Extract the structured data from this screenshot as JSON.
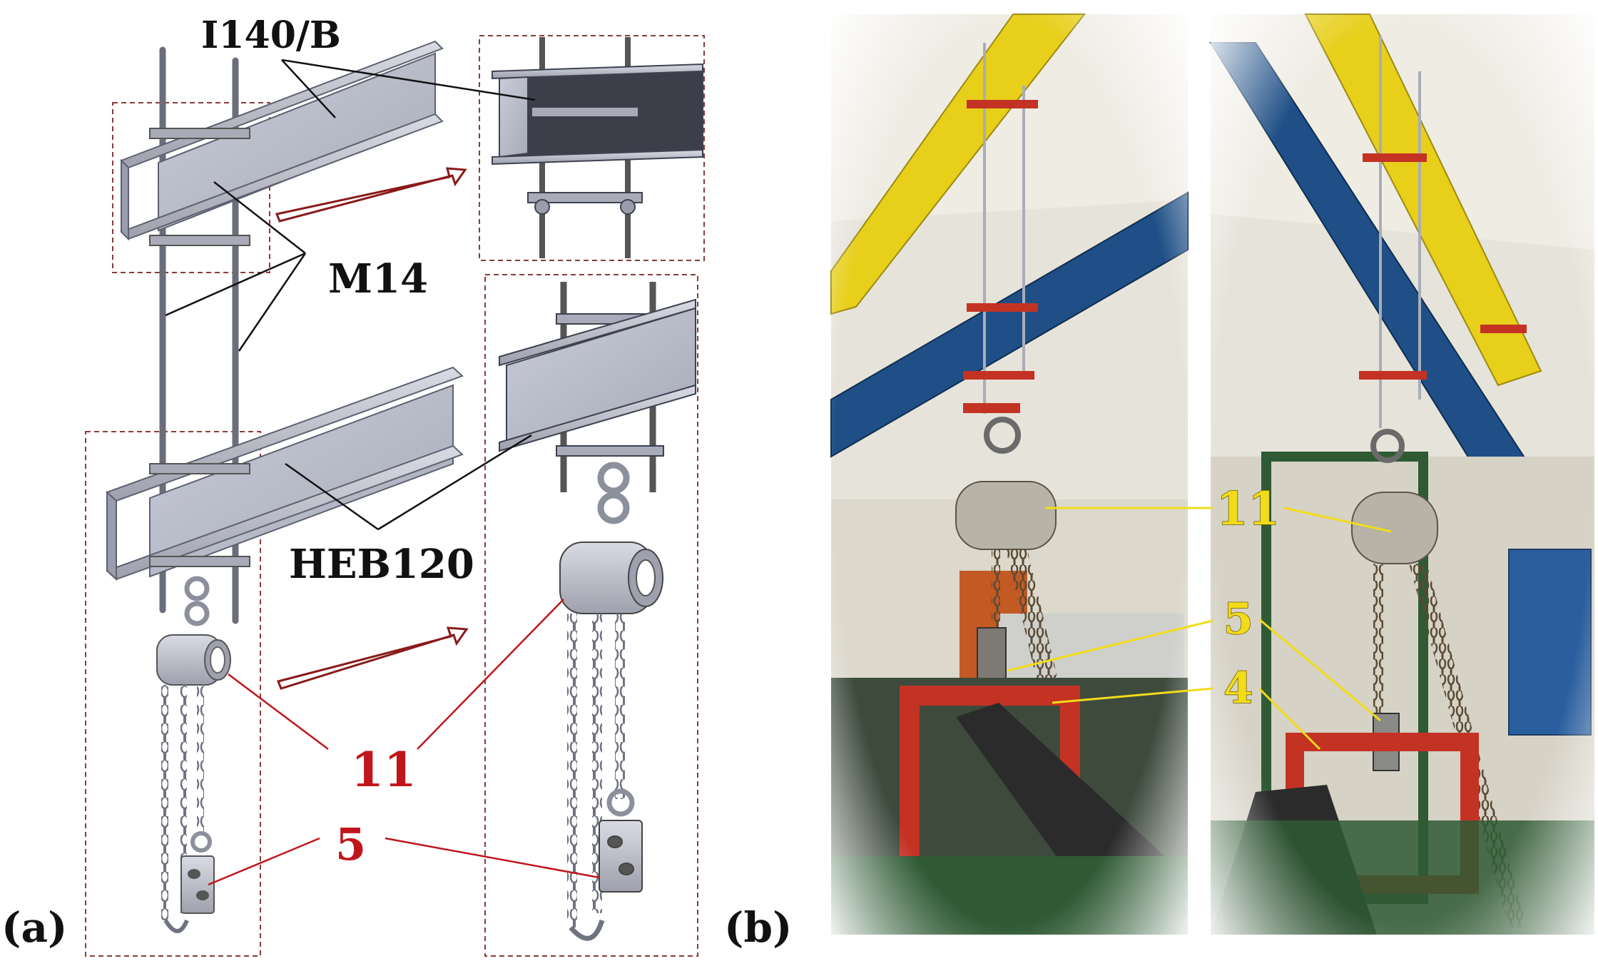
{
  "panel_a": {
    "panel_label": "(a)",
    "labels": {
      "top_beam": "I140/B",
      "rods": "M14",
      "lower_beam": "HEB120",
      "hoist": "11",
      "load_cell": "5"
    }
  },
  "panel_b": {
    "panel_label": "(b)",
    "labels": {
      "hoist": "11",
      "load_cell": "5",
      "item_4": "4"
    }
  },
  "colors": {
    "steel": "#b9bcc8",
    "steel_dark": "#7f8290",
    "callout_red": "#c0161b",
    "callout_yellow": "#f2dc1a",
    "beam_yellow": "#e7cf1a",
    "beam_blue": "#1f4f86",
    "frame_red": "#c43224",
    "frame_green": "#2f5a34"
  }
}
